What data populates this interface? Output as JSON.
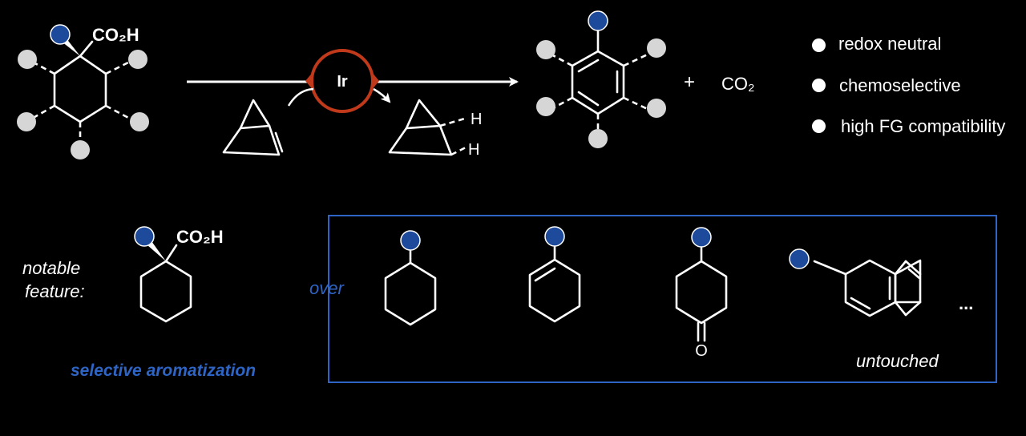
{
  "reaction": {
    "substrate_group": "CO2H",
    "catalyst": "Ir",
    "plus_sign": "+",
    "byproduct": "CO2",
    "h_upper": "H",
    "h_lower": "H"
  },
  "features": [
    "redox neutral",
    "chemoselective",
    "high FG compatibility"
  ],
  "notable": {
    "label_line1": "notable",
    "label_line2": "feature:",
    "group": "CO2H",
    "caption": "selective aromatization",
    "over": "over",
    "ketone_o": "O",
    "ellipsis": "...",
    "untouched": "untouched"
  },
  "colors": {
    "background": "#000000",
    "accent_blue": "#1e4a9c",
    "caption_blue": "#2e65c4",
    "catalyst_red": "#c0391b",
    "substituent_grey": "#d6d6d6"
  }
}
